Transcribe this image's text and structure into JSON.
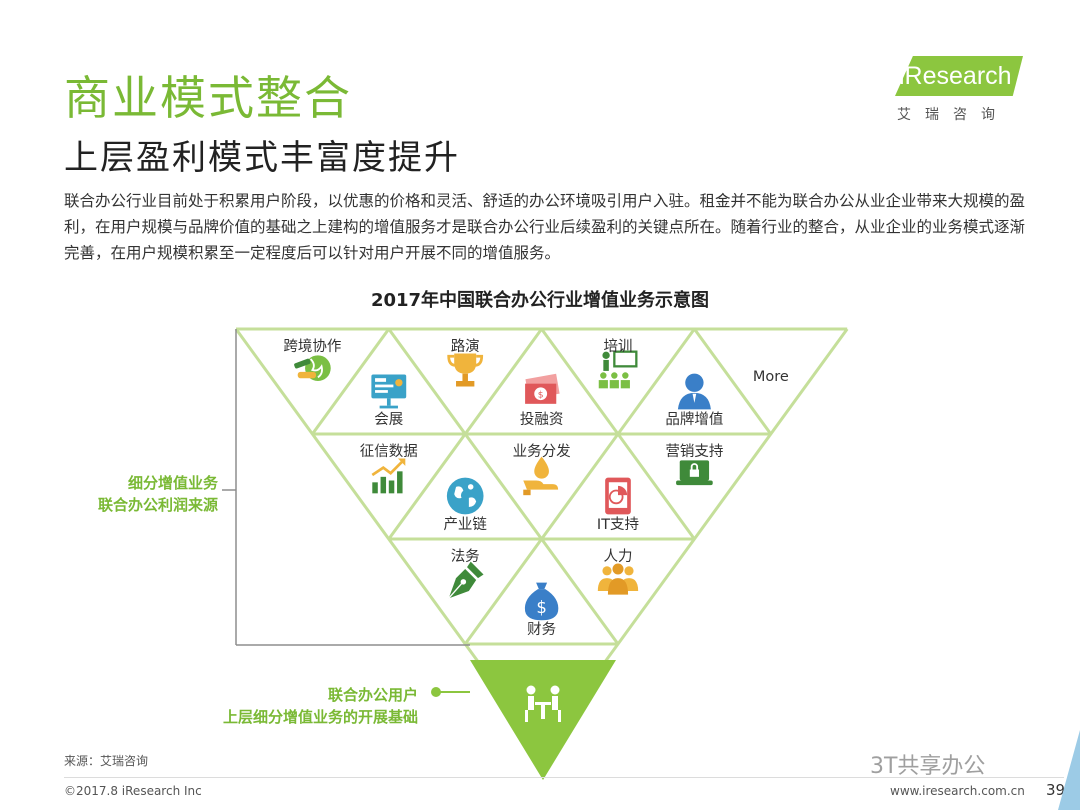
{
  "header": {
    "title": "商业模式整合",
    "subtitle": "上层盈利模式丰富度提升",
    "intro": "联合办公行业目前处于积累用户阶段，以优惠的价格和灵活、舒适的办公环境吸引用户入驻。租金并不能为联合办公从业企业带来大规模的盈利，在用户规模与品牌价值的基础之上建构的增值服务才是联合办公行业后续盈利的关键点所在。随着行业的整合，从业企业的业务模式逐渐完善，在用户规模积累至一定程度后可以针对用户开展不同的增值服务。"
  },
  "logo": {
    "text": "iResearch",
    "cn": "艾瑞咨询"
  },
  "diagram": {
    "title": "2017年中国联合办公行业增值业务示意图",
    "side_label_1": [
      "细分增值业务",
      "联合办公利润来源"
    ],
    "side_label_2": [
      "联合办公用户",
      "上层细分增值业务的开展基础"
    ],
    "accent_color": "#8cc63f",
    "line_color": "#c5df9a",
    "services": [
      {
        "row": 0,
        "col": 0,
        "label": "跨境协作",
        "icon": "handshake-globe-icon"
      },
      {
        "row": 0,
        "col": 1,
        "label": "会展",
        "icon": "presentation-board-icon"
      },
      {
        "row": 0,
        "col": 2,
        "label": "路演",
        "icon": "trophy-icon"
      },
      {
        "row": 0,
        "col": 3,
        "label": "投融资",
        "icon": "money-bill-icon"
      },
      {
        "row": 0,
        "col": 4,
        "label": "培训",
        "icon": "training-class-icon"
      },
      {
        "row": 0,
        "col": 5,
        "label": "品牌增值",
        "icon": "user-profile-icon"
      },
      {
        "row": 0,
        "col": 6,
        "label": "More",
        "icon": ""
      },
      {
        "row": 1,
        "col": 0,
        "label": "征信数据",
        "icon": "chart-growth-icon"
      },
      {
        "row": 1,
        "col": 1,
        "label": "产业链",
        "icon": "globe-map-icon"
      },
      {
        "row": 1,
        "col": 2,
        "label": "业务分发",
        "icon": "hand-drop-icon"
      },
      {
        "row": 1,
        "col": 3,
        "label": "IT支持",
        "icon": "tablet-chart-icon"
      },
      {
        "row": 1,
        "col": 4,
        "label": "营销支持",
        "icon": "laptop-lock-icon"
      },
      {
        "row": 2,
        "col": 0,
        "label": "法务",
        "icon": "pen-nib-icon"
      },
      {
        "row": 2,
        "col": 1,
        "label": "财务",
        "icon": "money-bag-icon"
      },
      {
        "row": 2,
        "col": 2,
        "label": "人力",
        "icon": "people-group-icon"
      }
    ]
  },
  "footer": {
    "source": "来源：艾瑞咨询",
    "copyright": "©2017.8 iResearch Inc",
    "url": "www.iresearch.com.cn",
    "page": "39",
    "watermark": "3T共享办公"
  }
}
